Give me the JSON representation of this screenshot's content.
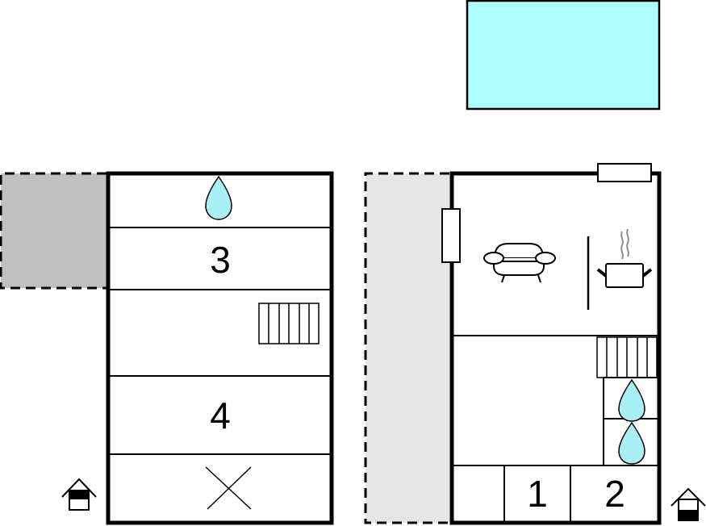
{
  "plan": {
    "colors": {
      "pool": "#aeffff",
      "water_drop": "#a8f0f5",
      "terrace_left": "#c0c0c0",
      "terrace_right": "#e6e6e6",
      "wall": "#000000",
      "steam": "#8c8c8c"
    },
    "pool": {
      "name": "pool"
    },
    "floor_upper": {
      "rooms": [
        {
          "id": "bathroom-upper",
          "icon": "water-drop-icon",
          "label": ""
        },
        {
          "id": "bedroom-3",
          "label": "3"
        },
        {
          "id": "stair-hall-upper",
          "icon": "stairs-icon",
          "label": ""
        },
        {
          "id": "bedroom-4",
          "label": "4"
        },
        {
          "id": "void",
          "icon": "cross-icon",
          "label": ""
        }
      ],
      "terrace": "terrace-left",
      "entrance_icon": "entrance-house-icon"
    },
    "floor_ground": {
      "rooms": [
        {
          "id": "living-kitchen",
          "icons": [
            "sofa-icon",
            "cooking-pot-icon"
          ],
          "label": ""
        },
        {
          "id": "hall",
          "icon": "stairs-icon",
          "label": ""
        },
        {
          "id": "bathroom-1",
          "icon": "water-drop-icon",
          "label": ""
        },
        {
          "id": "bathroom-2",
          "icon": "water-drop-icon",
          "label": ""
        },
        {
          "id": "storage",
          "label": ""
        },
        {
          "id": "bedroom-1",
          "label": "1"
        },
        {
          "id": "bedroom-2",
          "label": "2"
        }
      ],
      "terrace": "terrace-right",
      "entrance_icon": "entrance-house-icon"
    }
  }
}
